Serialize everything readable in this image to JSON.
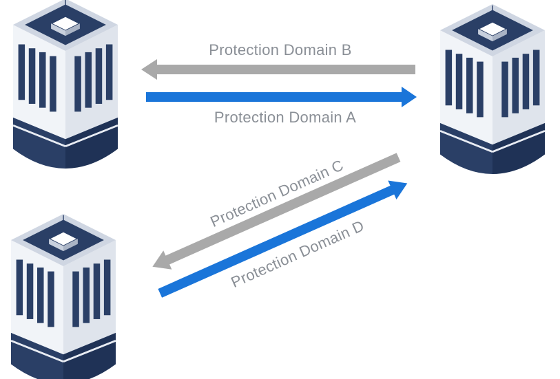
{
  "colors": {
    "gray_arrow": "#a9a9a9",
    "blue_arrow": "#1a75d9",
    "label_text": "#8a8f96",
    "building_dark": "#2a3f66",
    "building_light": "#e8ecf3"
  },
  "nodes": [
    {
      "icon": "server-building-icon"
    },
    {
      "icon": "server-building-icon"
    },
    {
      "icon": "server-building-icon"
    }
  ],
  "links": [
    {
      "label": "Protection Domain B",
      "color": "gray"
    },
    {
      "label": "Protection Domain A",
      "color": "blue"
    },
    {
      "label": "Protection Domain C",
      "color": "gray"
    },
    {
      "label": "Protection Domain D",
      "color": "blue"
    }
  ]
}
